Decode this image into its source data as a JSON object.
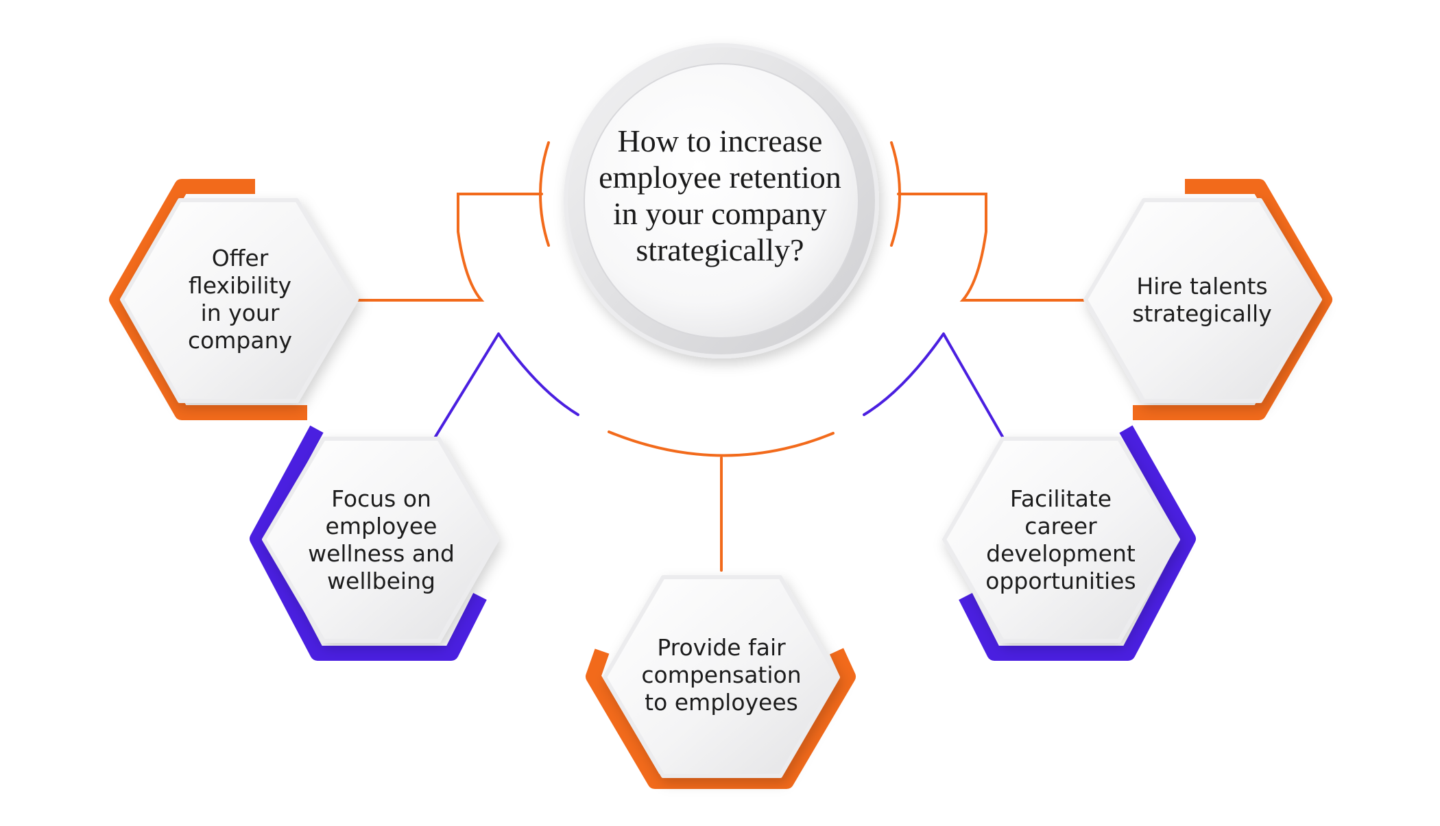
{
  "center": {
    "lines": [
      "How to increase",
      "employee retention",
      "in your company",
      "strategically?"
    ]
  },
  "nodes": [
    {
      "id": "flexibility",
      "accent": "orange",
      "lines": [
        "Offer",
        "flexibility",
        "in your",
        "company"
      ]
    },
    {
      "id": "wellness",
      "accent": "purple",
      "lines": [
        "Focus on",
        "employee",
        "wellness and",
        "wellbeing"
      ]
    },
    {
      "id": "compensation",
      "accent": "orange",
      "lines": [
        "Provide fair",
        "compensation",
        "to employees"
      ]
    },
    {
      "id": "career",
      "accent": "purple",
      "lines": [
        "Facilitate",
        "career",
        "development",
        "opportunities"
      ]
    },
    {
      "id": "hiring",
      "accent": "orange",
      "lines": [
        "Hire talents",
        "strategically"
      ]
    }
  ],
  "colors": {
    "orange": "#f26a1b",
    "purple": "#4a1fe0",
    "text": "#1c1c1c"
  }
}
